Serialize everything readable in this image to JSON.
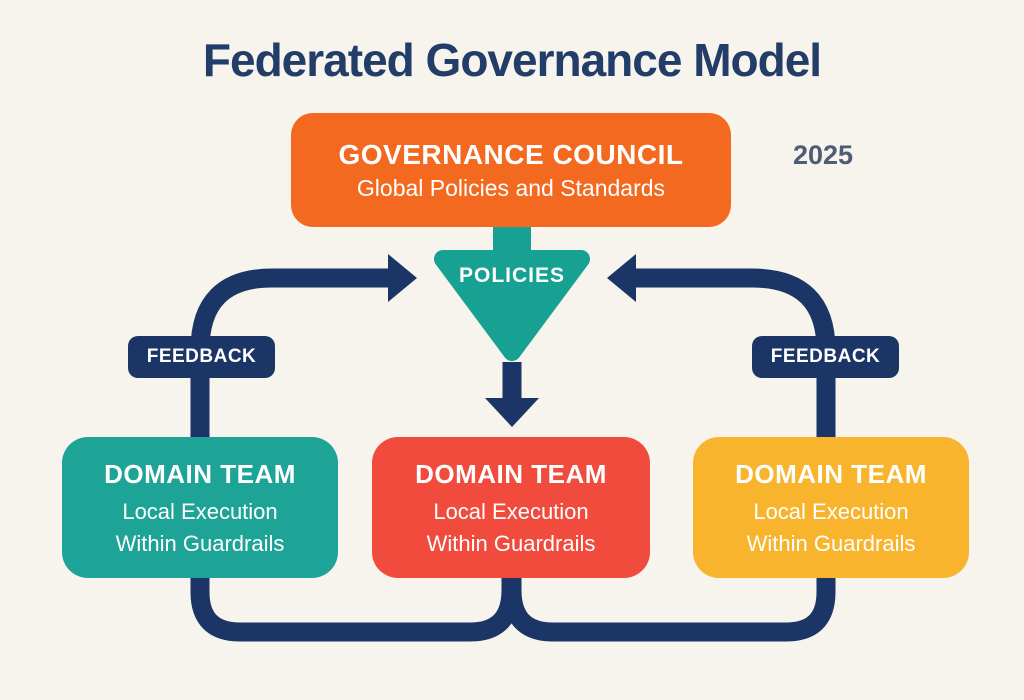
{
  "title": "Federated Governance Model",
  "year_label": "2025",
  "council": {
    "name": "GOVERNANCE COUNCIL",
    "description": "Global Policies and Standards"
  },
  "policies_arrow": {
    "label": "POLICIES",
    "direction": "down"
  },
  "feedback": {
    "left_label": "FEEDBACK",
    "right_label": "FEEDBACK"
  },
  "domain_teams": [
    {
      "name": "DOMAIN TEAM",
      "description_line1": "Local Execution",
      "description_line2": "Within Guardrails",
      "color": "#1ea496"
    },
    {
      "name": "DOMAIN TEAM",
      "description_line1": "Local Execution",
      "description_line2": "Within Guardrails",
      "color": "#f04b3d"
    },
    {
      "name": "DOMAIN TEAM",
      "description_line1": "Local Execution",
      "description_line2": "Within Guardrails",
      "color": "#f8b42c"
    }
  ],
  "colors": {
    "background": "#f7f3ed",
    "navy_line": "#1b3666",
    "title_navy": "#223d68",
    "council_orange": "#f3691f",
    "funnel_teal": "#16a192",
    "team_teal": "#1ea496",
    "team_red": "#f04b3d",
    "team_yellow": "#f8b42c",
    "year_gray": "#4e5c74",
    "text_white": "#ffffff"
  }
}
